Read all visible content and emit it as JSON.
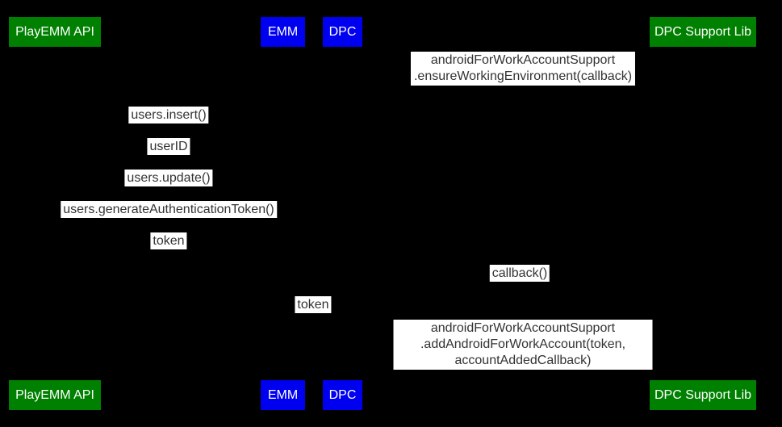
{
  "diagram": {
    "type": "sequence-diagram",
    "background_color": "#000000",
    "participants": [
      {
        "id": "playemm-api",
        "label": "PlayEMM API",
        "color": "#008000"
      },
      {
        "id": "emm",
        "label": "EMM",
        "color": "#0000f0"
      },
      {
        "id": "dpc",
        "label": "DPC",
        "color": "#0000f0"
      },
      {
        "id": "dpc-support-lib",
        "label": "DPC Support Lib",
        "color": "#008000"
      }
    ],
    "label_style": {
      "background": "#ffffff",
      "text_color": "#333333"
    },
    "messages": [
      {
        "text": "androidForWorkAccountSupport\n.ensureWorkingEnvironment(callback)"
      },
      {
        "text": "users.insert()"
      },
      {
        "text": "userID"
      },
      {
        "text": "users.update()"
      },
      {
        "text": "users.generateAuthenticationToken()"
      },
      {
        "text": "token"
      },
      {
        "text": "callback()"
      },
      {
        "text": "token"
      },
      {
        "text": "androidForWorkAccountSupport\n.addAndroidForWorkAccount(token, accountAddedCallback)"
      }
    ]
  }
}
